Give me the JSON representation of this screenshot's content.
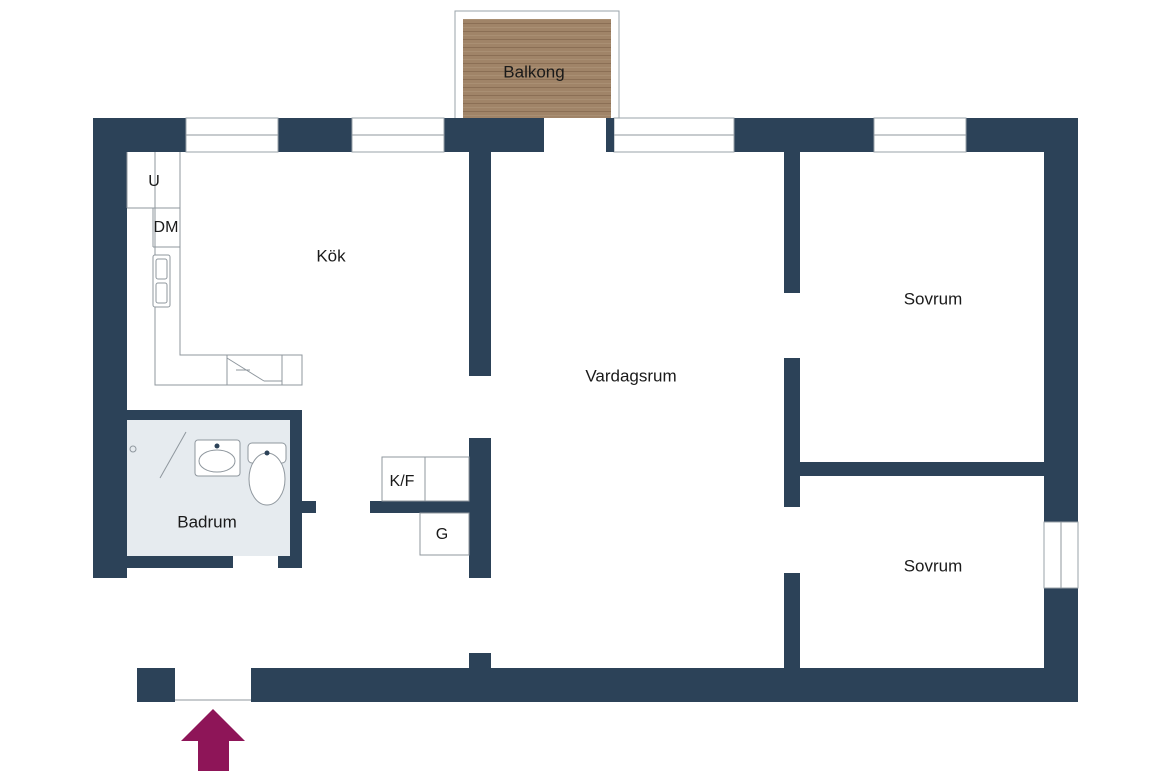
{
  "rooms": {
    "balcony": "Balkong",
    "kitchen": "Kök",
    "living_room": "Vardagsrum",
    "bedroom_1": "Sovrum",
    "bedroom_2": "Sovrum",
    "bathroom": "Badrum"
  },
  "fixtures": {
    "fridge_freezer": "U",
    "dishwasher": "DM",
    "closet": "K/F",
    "wardrobe": "G"
  },
  "colors": {
    "wall": "#2c4258",
    "bathroom_floor": "#e6ebef",
    "balcony_deck": "#a08468",
    "entrance_arrow": "#8e1558"
  },
  "icons": {
    "entrance": "entrance-arrow-icon",
    "sink": "sink-icon",
    "toilet": "toilet-icon",
    "kitchen_sink": "kitchen-sink-icon",
    "stove": "stove-icon"
  }
}
